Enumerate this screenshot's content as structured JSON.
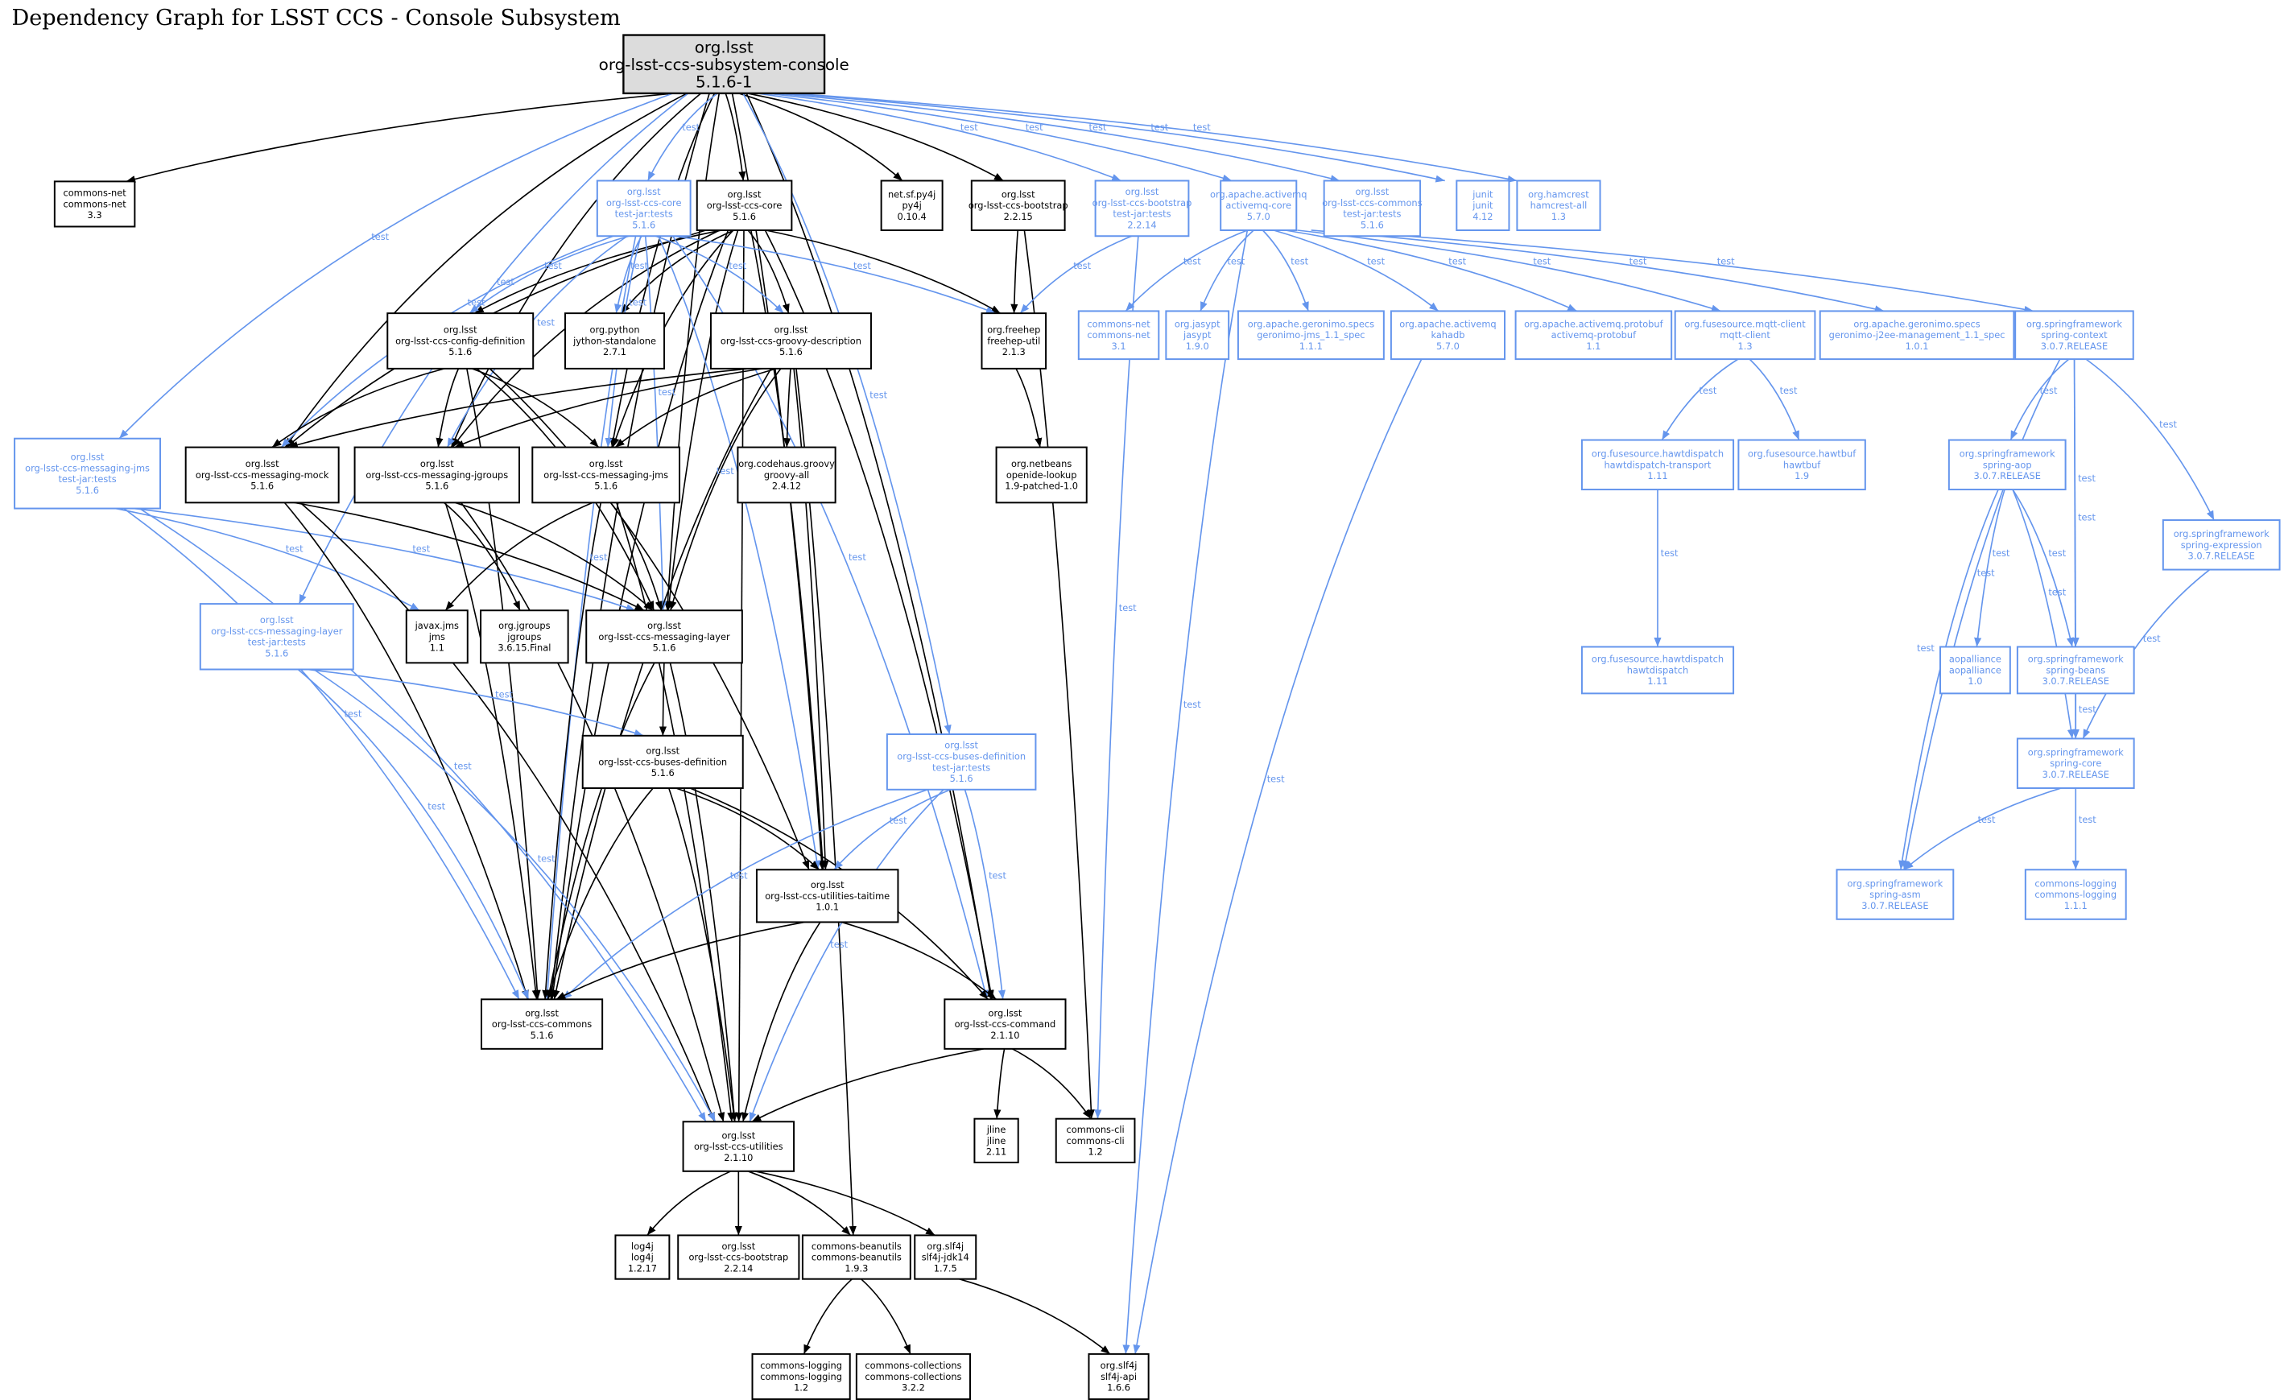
{
  "title": "Dependency Graph for LSST CCS - Console Subsystem",
  "colors": {
    "compile": "#000000",
    "test": "#6495ed",
    "root_fill": "#dcdcdc"
  },
  "nodes": [
    {
      "id": "console",
      "lines": [
        "org.lsst",
        "org-lsst-ccs-subsystem-console",
        "5.1.6-1"
      ],
      "kind": "root"
    },
    {
      "id": "cnet33",
      "lines": [
        "commons-net",
        "commons-net",
        "3.3"
      ],
      "kind": "compile"
    },
    {
      "id": "coretest",
      "lines": [
        "org.lsst",
        "org-lsst-ccs-core",
        "test-jar:tests",
        "5.1.6"
      ],
      "kind": "test"
    },
    {
      "id": "core",
      "lines": [
        "org.lsst",
        "org-lsst-ccs-core",
        "5.1.6"
      ],
      "kind": "compile"
    },
    {
      "id": "py4j",
      "lines": [
        "net.sf.py4j",
        "py4j",
        "0.10.4"
      ],
      "kind": "compile"
    },
    {
      "id": "boot215",
      "lines": [
        "org.lsst",
        "org-lsst-ccs-bootstrap",
        "2.2.15"
      ],
      "kind": "compile"
    },
    {
      "id": "boottest",
      "lines": [
        "org.lsst",
        "org-lsst-ccs-bootstrap",
        "test-jar:tests",
        "2.2.14"
      ],
      "kind": "test"
    },
    {
      "id": "amqcore",
      "lines": [
        "org.apache.activemq",
        "activemq-core",
        "5.7.0"
      ],
      "kind": "test"
    },
    {
      "id": "commonstest",
      "lines": [
        "org.lsst",
        "org-lsst-ccs-commons",
        "test-jar:tests",
        "5.1.6"
      ],
      "kind": "test"
    },
    {
      "id": "junit",
      "lines": [
        "junit",
        "junit",
        "4.12"
      ],
      "kind": "test"
    },
    {
      "id": "hamcrest",
      "lines": [
        "org.hamcrest",
        "hamcrest-all",
        "1.3"
      ],
      "kind": "test"
    },
    {
      "id": "config",
      "lines": [
        "org.lsst",
        "org-lsst-ccs-config-definition",
        "5.1.6"
      ],
      "kind": "compile"
    },
    {
      "id": "jython",
      "lines": [
        "org.python",
        "jython-standalone",
        "2.7.1"
      ],
      "kind": "compile"
    },
    {
      "id": "groovydesc",
      "lines": [
        "org.lsst",
        "org-lsst-ccs-groovy-description",
        "5.1.6"
      ],
      "kind": "compile"
    },
    {
      "id": "freehep",
      "lines": [
        "org.freehep",
        "freehep-util",
        "2.1.3"
      ],
      "kind": "compile"
    },
    {
      "id": "cnet31",
      "lines": [
        "commons-net",
        "commons-net",
        "3.1"
      ],
      "kind": "test"
    },
    {
      "id": "jasypt",
      "lines": [
        "org.jasypt",
        "jasypt",
        "1.9.0"
      ],
      "kind": "test"
    },
    {
      "id": "gjms",
      "lines": [
        "org.apache.geronimo.specs",
        "geronimo-jms_1.1_spec",
        "1.1.1"
      ],
      "kind": "test"
    },
    {
      "id": "kahadb",
      "lines": [
        "org.apache.activemq",
        "kahadb",
        "5.7.0"
      ],
      "kind": "test"
    },
    {
      "id": "protobuf",
      "lines": [
        "org.apache.activemq.protobuf",
        "activemq-protobuf",
        "1.1"
      ],
      "kind": "test"
    },
    {
      "id": "mqtt",
      "lines": [
        "org.fusesource.mqtt-client",
        "mqtt-client",
        "1.3"
      ],
      "kind": "test"
    },
    {
      "id": "gj2ee",
      "lines": [
        "org.apache.geronimo.specs",
        "geronimo-j2ee-management_1.1_spec",
        "1.0.1"
      ],
      "kind": "test"
    },
    {
      "id": "spctx",
      "lines": [
        "org.springframework",
        "spring-context",
        "3.0.7.RELEASE"
      ],
      "kind": "test"
    },
    {
      "id": "jmstest",
      "lines": [
        "org.lsst",
        "org-lsst-ccs-messaging-jms",
        "test-jar:tests",
        "5.1.6"
      ],
      "kind": "test"
    },
    {
      "id": "mock",
      "lines": [
        "org.lsst",
        "org-lsst-ccs-messaging-mock",
        "5.1.6"
      ],
      "kind": "compile"
    },
    {
      "id": "mjgroups",
      "lines": [
        "org.lsst",
        "org-lsst-ccs-messaging-jgroups",
        "5.1.6"
      ],
      "kind": "compile"
    },
    {
      "id": "mjms",
      "lines": [
        "org.lsst",
        "org-lsst-ccs-messaging-jms",
        "5.1.6"
      ],
      "kind": "compile"
    },
    {
      "id": "groovyall",
      "lines": [
        "org.codehaus.groovy",
        "groovy-all",
        "2.4.12"
      ],
      "kind": "compile"
    },
    {
      "id": "netbeans",
      "lines": [
        "org.netbeans",
        "openide-lookup",
        "1.9-patched-1.0"
      ],
      "kind": "compile"
    },
    {
      "id": "hdtrans",
      "lines": [
        "org.fusesource.hawtdispatch",
        "hawtdispatch-transport",
        "1.11"
      ],
      "kind": "test"
    },
    {
      "id": "hawtbuf",
      "lines": [
        "org.fusesource.hawtbuf",
        "hawtbuf",
        "1.9"
      ],
      "kind": "test"
    },
    {
      "id": "spaop",
      "lines": [
        "org.springframework",
        "spring-aop",
        "3.0.7.RELEASE"
      ],
      "kind": "test"
    },
    {
      "id": "spexpr",
      "lines": [
        "org.springframework",
        "spring-expression",
        "3.0.7.RELEASE"
      ],
      "kind": "test"
    },
    {
      "id": "layertest",
      "lines": [
        "org.lsst",
        "org-lsst-ccs-messaging-layer",
        "test-jar:tests",
        "5.1.6"
      ],
      "kind": "test"
    },
    {
      "id": "javaxjms",
      "lines": [
        "javax.jms",
        "jms",
        "1.1"
      ],
      "kind": "compile"
    },
    {
      "id": "jgroups",
      "lines": [
        "org.jgroups",
        "jgroups",
        "3.6.15.Final"
      ],
      "kind": "compile"
    },
    {
      "id": "layer",
      "lines": [
        "org.lsst",
        "org-lsst-ccs-messaging-layer",
        "5.1.6"
      ],
      "kind": "compile"
    },
    {
      "id": "hd",
      "lines": [
        "org.fusesource.hawtdispatch",
        "hawtdispatch",
        "1.11"
      ],
      "kind": "test"
    },
    {
      "id": "aop",
      "lines": [
        "aopalliance",
        "aopalliance",
        "1.0"
      ],
      "kind": "test"
    },
    {
      "id": "spbeans",
      "lines": [
        "org.springframework",
        "spring-beans",
        "3.0.7.RELEASE"
      ],
      "kind": "test"
    },
    {
      "id": "buses",
      "lines": [
        "org.lsst",
        "org-lsst-ccs-buses-definition",
        "5.1.6"
      ],
      "kind": "compile"
    },
    {
      "id": "busestest",
      "lines": [
        "org.lsst",
        "org-lsst-ccs-buses-definition",
        "test-jar:tests",
        "5.1.6"
      ],
      "kind": "test"
    },
    {
      "id": "spcore",
      "lines": [
        "org.springframework",
        "spring-core",
        "3.0.7.RELEASE"
      ],
      "kind": "test"
    },
    {
      "id": "taitime",
      "lines": [
        "org.lsst",
        "org-lsst-ccs-utilities-taitime",
        "1.0.1"
      ],
      "kind": "compile"
    },
    {
      "id": "spasm",
      "lines": [
        "org.springframework",
        "spring-asm",
        "3.0.7.RELEASE"
      ],
      "kind": "test"
    },
    {
      "id": "clog111",
      "lines": [
        "commons-logging",
        "commons-logging",
        "1.1.1"
      ],
      "kind": "test"
    },
    {
      "id": "commons",
      "lines": [
        "org.lsst",
        "org-lsst-ccs-commons",
        "5.1.6"
      ],
      "kind": "compile"
    },
    {
      "id": "command",
      "lines": [
        "org.lsst",
        "org-lsst-ccs-command",
        "2.1.10"
      ],
      "kind": "compile"
    },
    {
      "id": "utilities",
      "lines": [
        "org.lsst",
        "org-lsst-ccs-utilities",
        "2.1.10"
      ],
      "kind": "compile"
    },
    {
      "id": "jline",
      "lines": [
        "jline",
        "jline",
        "2.11"
      ],
      "kind": "compile"
    },
    {
      "id": "cli",
      "lines": [
        "commons-cli",
        "commons-cli",
        "1.2"
      ],
      "kind": "compile"
    },
    {
      "id": "log4j",
      "lines": [
        "log4j",
        "log4j",
        "1.2.17"
      ],
      "kind": "compile"
    },
    {
      "id": "boot214",
      "lines": [
        "org.lsst",
        "org-lsst-ccs-bootstrap",
        "2.2.14"
      ],
      "kind": "compile"
    },
    {
      "id": "beanutils",
      "lines": [
        "commons-beanutils",
        "commons-beanutils",
        "1.9.3"
      ],
      "kind": "compile"
    },
    {
      "id": "slfjdk",
      "lines": [
        "org.slf4j",
        "slf4j-jdk14",
        "1.7.5"
      ],
      "kind": "compile"
    },
    {
      "id": "clog12",
      "lines": [
        "commons-logging",
        "commons-logging",
        "1.2"
      ],
      "kind": "compile"
    },
    {
      "id": "ccoll",
      "lines": [
        "commons-collections",
        "commons-collections",
        "3.2.2"
      ],
      "kind": "compile"
    },
    {
      "id": "slfapi",
      "lines": [
        "org.slf4j",
        "slf4j-api",
        "1.6.6"
      ],
      "kind": "compile"
    }
  ],
  "edges": [
    [
      "console",
      "cnet33",
      ""
    ],
    [
      "console",
      "core",
      ""
    ],
    [
      "console",
      "py4j",
      ""
    ],
    [
      "console",
      "boot215",
      ""
    ],
    [
      "console",
      "mock",
      ""
    ],
    [
      "console",
      "mjgroups",
      ""
    ],
    [
      "console",
      "mjms",
      ""
    ],
    [
      "console",
      "layer",
      ""
    ],
    [
      "console",
      "taitime",
      ""
    ],
    [
      "console",
      "commons",
      ""
    ],
    [
      "console",
      "command",
      ""
    ],
    [
      "console",
      "coretest",
      "test"
    ],
    [
      "console",
      "jmstest",
      "test"
    ],
    [
      "console",
      "layertest",
      "test"
    ],
    [
      "console",
      "busestest",
      "test"
    ],
    [
      "console",
      "boottest",
      "test"
    ],
    [
      "console",
      "amqcore",
      "test"
    ],
    [
      "console",
      "commonstest",
      "test"
    ],
    [
      "console",
      "junit",
      "test"
    ],
    [
      "console",
      "hamcrest",
      "test"
    ],
    [
      "core",
      "config",
      ""
    ],
    [
      "core",
      "jython",
      ""
    ],
    [
      "core",
      "groovydesc",
      ""
    ],
    [
      "core",
      "freehep",
      ""
    ],
    [
      "core",
      "mock",
      ""
    ],
    [
      "core",
      "mjgroups",
      ""
    ],
    [
      "core",
      "mjms",
      ""
    ],
    [
      "core",
      "layer",
      ""
    ],
    [
      "core",
      "taitime",
      ""
    ],
    [
      "core",
      "commons",
      ""
    ],
    [
      "core",
      "command",
      ""
    ],
    [
      "core",
      "utilities",
      ""
    ],
    [
      "coretest",
      "config",
      "test"
    ],
    [
      "coretest",
      "jython",
      "test"
    ],
    [
      "coretest",
      "groovydesc",
      "test"
    ],
    [
      "coretest",
      "freehep",
      "test"
    ],
    [
      "coretest",
      "mock",
      "test"
    ],
    [
      "coretest",
      "mjgroups",
      "test"
    ],
    [
      "coretest",
      "mjms",
      "test"
    ],
    [
      "coretest",
      "layer",
      "test"
    ],
    [
      "coretest",
      "command",
      "test"
    ],
    [
      "coretest",
      "taitime",
      "test"
    ],
    [
      "coretest",
      "commons",
      "test"
    ],
    [
      "boot215",
      "freehep",
      ""
    ],
    [
      "boot215",
      "cli",
      ""
    ],
    [
      "boottest",
      "freehep",
      "test"
    ],
    [
      "boottest",
      "cli",
      "test"
    ],
    [
      "freehep",
      "netbeans",
      ""
    ],
    [
      "amqcore",
      "cnet31",
      "test"
    ],
    [
      "amqcore",
      "jasypt",
      "test"
    ],
    [
      "amqcore",
      "gjms",
      "test"
    ],
    [
      "amqcore",
      "kahadb",
      "test"
    ],
    [
      "amqcore",
      "protobuf",
      "test"
    ],
    [
      "amqcore",
      "mqtt",
      "test"
    ],
    [
      "amqcore",
      "gj2ee",
      "test"
    ],
    [
      "amqcore",
      "spctx",
      "test"
    ],
    [
      "amqcore",
      "slfapi",
      "test"
    ],
    [
      "kahadb",
      "slfapi",
      "test"
    ],
    [
      "mqtt",
      "hdtrans",
      "test"
    ],
    [
      "mqtt",
      "hawtbuf",
      "test"
    ],
    [
      "hdtrans",
      "hd",
      "test"
    ],
    [
      "spctx",
      "spaop",
      "test"
    ],
    [
      "spctx",
      "spbeans",
      "test"
    ],
    [
      "spctx",
      "spcore",
      "test"
    ],
    [
      "spctx",
      "spexpr",
      "test"
    ],
    [
      "spctx",
      "spasm",
      "test"
    ],
    [
      "spaop",
      "aop",
      "test"
    ],
    [
      "spaop",
      "spbeans",
      "test"
    ],
    [
      "spaop",
      "spcore",
      "test"
    ],
    [
      "spaop",
      "spasm",
      "test"
    ],
    [
      "spbeans",
      "spcore",
      "test"
    ],
    [
      "spexpr",
      "spcore",
      "test"
    ],
    [
      "spcore",
      "spasm",
      "test"
    ],
    [
      "spcore",
      "clog111",
      "test"
    ],
    [
      "config",
      "mock",
      ""
    ],
    [
      "config",
      "mjgroups",
      ""
    ],
    [
      "config",
      "mjms",
      ""
    ],
    [
      "config",
      "layer",
      ""
    ],
    [
      "config",
      "commons",
      ""
    ],
    [
      "config",
      "taitime",
      ""
    ],
    [
      "groovydesc",
      "groovyall",
      ""
    ],
    [
      "groovydesc",
      "mock",
      ""
    ],
    [
      "groovydesc",
      "mjgroups",
      ""
    ],
    [
      "groovydesc",
      "mjms",
      ""
    ],
    [
      "groovydesc",
      "layer",
      ""
    ],
    [
      "groovydesc",
      "taitime",
      ""
    ],
    [
      "groovydesc",
      "commons",
      ""
    ],
    [
      "groovydesc",
      "beanutils",
      ""
    ],
    [
      "jmstest",
      "layer",
      "test"
    ],
    [
      "jmstest",
      "commons",
      "test"
    ],
    [
      "jmstest",
      "utilities",
      "test"
    ],
    [
      "jmstest",
      "javaxjms",
      "test"
    ],
    [
      "mock",
      "layer",
      ""
    ],
    [
      "mock",
      "commons",
      ""
    ],
    [
      "mock",
      "utilities",
      ""
    ],
    [
      "mjgroups",
      "jgroups",
      ""
    ],
    [
      "mjgroups",
      "layer",
      ""
    ],
    [
      "mjgroups",
      "commons",
      ""
    ],
    [
      "mjgroups",
      "utilities",
      ""
    ],
    [
      "mjms",
      "javaxjms",
      ""
    ],
    [
      "mjms",
      "layer",
      ""
    ],
    [
      "mjms",
      "commons",
      ""
    ],
    [
      "mjms",
      "utilities",
      ""
    ],
    [
      "layertest",
      "buses",
      "test"
    ],
    [
      "layertest",
      "commons",
      "test"
    ],
    [
      "layertest",
      "utilities",
      "test"
    ],
    [
      "layer",
      "buses",
      ""
    ],
    [
      "layer",
      "commons",
      ""
    ],
    [
      "layer",
      "utilities",
      ""
    ],
    [
      "buses",
      "taitime",
      ""
    ],
    [
      "buses",
      "commons",
      ""
    ],
    [
      "buses",
      "utilities",
      ""
    ],
    [
      "buses",
      "command",
      ""
    ],
    [
      "busestest",
      "taitime",
      "test"
    ],
    [
      "busestest",
      "command",
      "test"
    ],
    [
      "busestest",
      "commons",
      "test"
    ],
    [
      "busestest",
      "utilities",
      "test"
    ],
    [
      "taitime",
      "commons",
      ""
    ],
    [
      "taitime",
      "utilities",
      ""
    ],
    [
      "taitime",
      "command",
      ""
    ],
    [
      "command",
      "utilities",
      ""
    ],
    [
      "command",
      "jline",
      ""
    ],
    [
      "command",
      "cli",
      ""
    ],
    [
      "utilities",
      "log4j",
      ""
    ],
    [
      "utilities",
      "boot214",
      ""
    ],
    [
      "utilities",
      "beanutils",
      ""
    ],
    [
      "utilities",
      "slfjdk",
      ""
    ],
    [
      "beanutils",
      "clog12",
      ""
    ],
    [
      "beanutils",
      "ccoll",
      ""
    ],
    [
      "slfjdk",
      "slfapi",
      ""
    ]
  ]
}
